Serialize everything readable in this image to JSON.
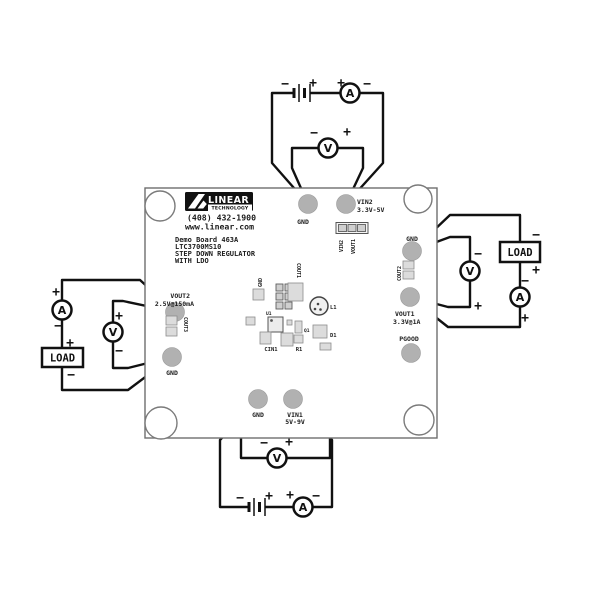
{
  "board": {
    "logo": {
      "linear": "LINEAR",
      "technology": "TECHNOLOGY"
    },
    "phone": "(408) 432-1900",
    "web": "www.linear.com",
    "info": [
      "Demo Board 463A",
      "LTC3700MS10",
      "STEP DOWN REGULATOR",
      "WITH LDO"
    ]
  },
  "terminals": {
    "gnd": "GND",
    "vin2_name": "VIN2",
    "vin2_range": "3.3V-5V",
    "vout1_name": "VOUT1",
    "vout1_spec": "3.3V@1A",
    "pgood": "PGOOD",
    "vout2_name": "VOUT2",
    "vout2_spec": "2.5V@150mA",
    "vin1_name": "VIN1",
    "vin1_range": "5V-9V"
  },
  "jumper": {
    "pos1": "VIN2",
    "pos2": "VOUT1"
  },
  "components": {
    "gnd_pad": "GND",
    "cout1": "COUT1",
    "cout2": "COUT2",
    "cout3": "COUT3",
    "u1": "U1",
    "l1": "L1",
    "q1": "Q1",
    "d1": "D1",
    "cin1": "CIN1",
    "r1": "R1"
  },
  "instruments": {
    "ammeter": "A",
    "voltmeter": "V",
    "load": "LOAD"
  },
  "signs": {
    "plus": "+",
    "minus": "−"
  },
  "colors": {
    "pad": "#b1b1b1",
    "wire": "#111111",
    "silkscreen": "#1c1c1c"
  }
}
